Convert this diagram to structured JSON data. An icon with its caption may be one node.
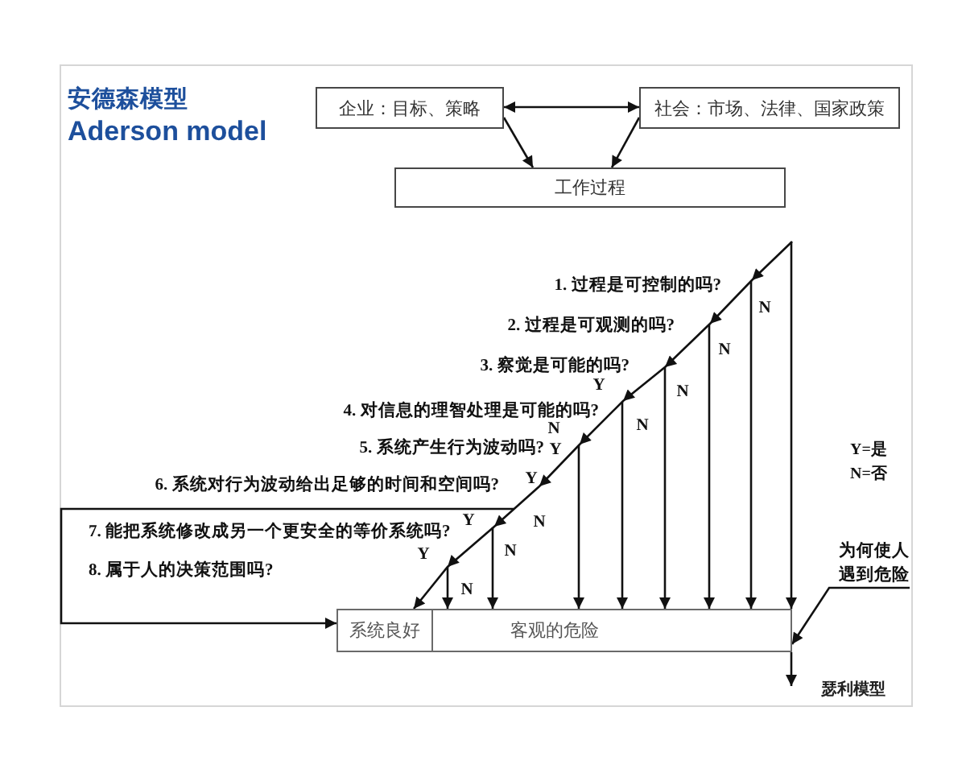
{
  "diagram": {
    "title": "安德森模型 Aderson model",
    "nodes": [
      {
        "text": [
          "企业：目标、策略"
        ]
      },
      {
        "text": [
          "社会：市场、法律、国家政策"
        ]
      },
      {
        "text": [
          "工作过程"
        ]
      },
      {
        "text": [
          "系统良好"
        ]
      },
      {
        "text": [
          "客观的危险"
        ]
      },
      {
        "text": [
          "为何使人遇到危险"
        ]
      }
    ],
    "edges": [
      {
        "from": 0,
        "to": 1,
        "arrow": "both"
      },
      {
        "from": 0,
        "to": 2,
        "arrow": "to"
      },
      {
        "from": 1,
        "to": 2,
        "arrow": "to"
      },
      {
        "from": null,
        "to": 3,
        "arrow": "to"
      },
      {
        "from": null,
        "to": 4,
        "arrow": "to"
      },
      {
        "from": null,
        "to": 4,
        "arrow": "to"
      },
      {
        "from": null,
        "to": 4,
        "arrow": "to"
      },
      {
        "from": null,
        "to": 4,
        "arrow": "to"
      },
      {
        "from": null,
        "to": 4,
        "arrow": "to"
      },
      {
        "from": null,
        "to": 4,
        "arrow": "to"
      },
      {
        "from": null,
        "to": 4,
        "arrow": "to"
      },
      {
        "from": null,
        "to": 4,
        "arrow": "to"
      },
      {
        "from": null,
        "to": 3,
        "arrow": "to"
      },
      {
        "from": 5,
        "to": 4,
        "arrow": "to"
      },
      {
        "from": 4,
        "to": null,
        "arrow": "to"
      }
    ],
    "labels": [
      "1. 过程是可控制的吗?",
      "N",
      "2. 过程是可观测的吗?",
      "N",
      "3. 察觉是可能的吗?",
      "N",
      "Y",
      "4. 对信息的理智处理是可能的吗?",
      "N",
      "N",
      "Y",
      "5. 系统产生行为波动吗?",
      "Y=是",
      "N=否",
      "Y",
      "6. 系统对行为波动给出足够的时间和空间吗?",
      "Y",
      "N",
      "7. 能把系统修改成另一个更安全的等价系统吗?",
      "N",
      "Y",
      "8. 属于人的决策范围吗?",
      "N",
      "瑟利模型"
    ]
  }
}
